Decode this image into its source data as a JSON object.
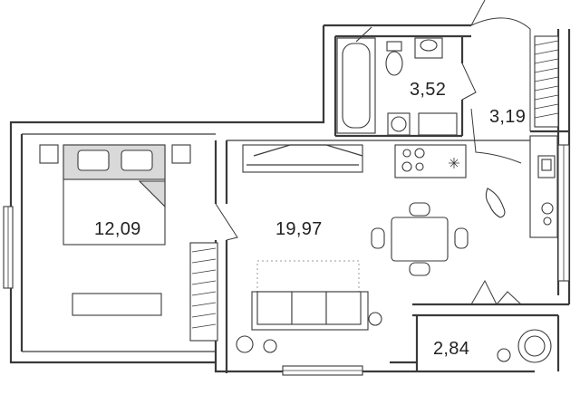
{
  "rooms": {
    "bathroom": {
      "area": "3,52"
    },
    "hallway": {
      "area": "3,19"
    },
    "bedroom": {
      "area": "12,09"
    },
    "living_kitchen": {
      "area": "19,97"
    },
    "balcony": {
      "area": "2,84"
    }
  },
  "colors": {
    "wall": "#3a3a3a",
    "furniture_fill": "#d9d9d9",
    "background": "#ffffff"
  }
}
